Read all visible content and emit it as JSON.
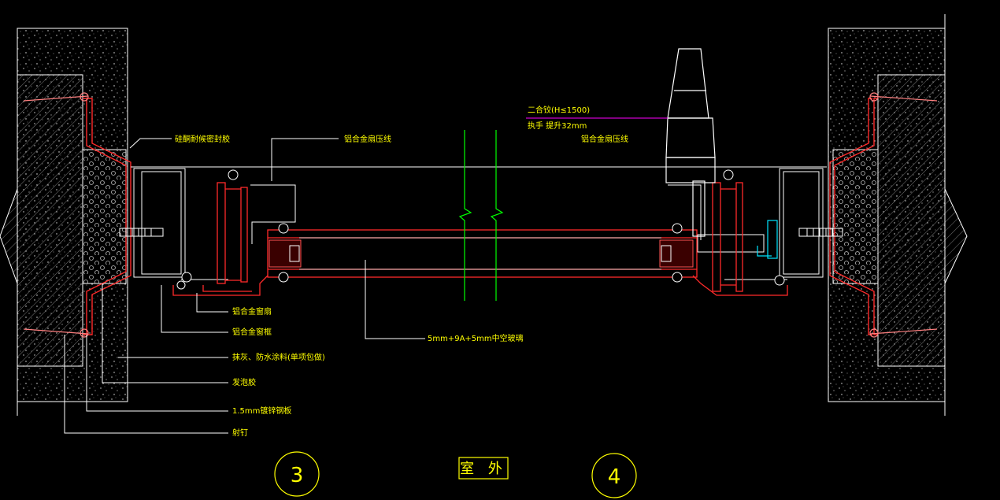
{
  "labels": {
    "sealant_top": "硅酮耐候密封胶",
    "pressing_line_left": "铝合金扇压线",
    "pressing_line_right": "铝合金扇压线",
    "sash": "铝合金窗扇",
    "frame": "铝合金窗框",
    "mortar": "抹灰、防水涂料(单项包做)",
    "foam": "发泡胶",
    "steel_plate": "1.5mm镀锌钢板",
    "anchor": "射钉",
    "glass": "5mm+9A+5mm中空玻璃",
    "hinge": "二合铰(H≤1500)",
    "handle": "执手 提升32mm"
  },
  "callouts": {
    "left_number": "3",
    "right_number": "4",
    "outdoor": "室 外"
  },
  "colors": {
    "background": "#000000",
    "wall_outline": "#ffffff",
    "red_profile": "#ff2a2a",
    "green_break": "#00ff00",
    "yellow_text": "#ffff00",
    "magenta_leader": "#ff00ff",
    "cyan_handle": "#00e5ff"
  }
}
